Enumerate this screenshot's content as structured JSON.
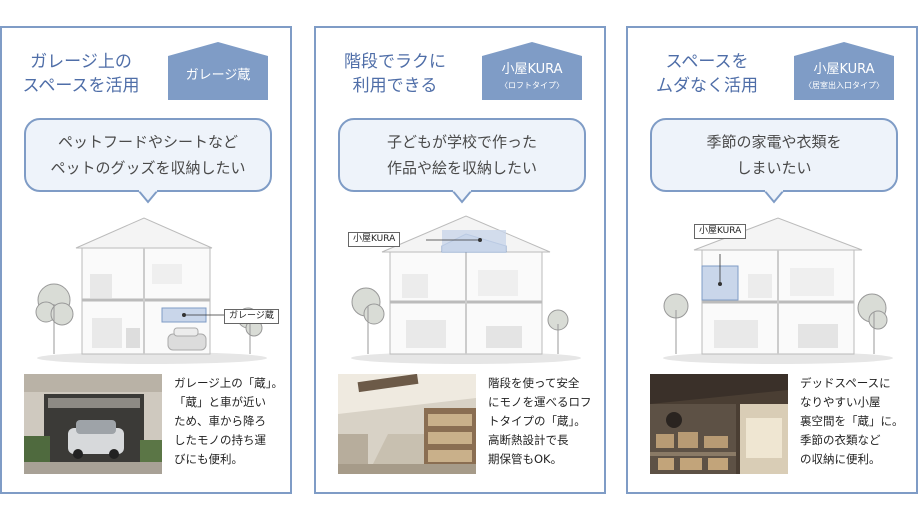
{
  "colors": {
    "accent": "#7f9cc6",
    "accent_dark": "#4f6ea8",
    "bubble_fill": "#eef3fa"
  },
  "cards": [
    {
      "title": "ガレージ上の\nスペースを活用",
      "badge": {
        "label": "ガレージ蔵",
        "sub": ""
      },
      "bubble": "ペットフードやシートなど\nペットのグッズを収納したい",
      "callout": "ガレージ蔵",
      "photo_icon": "garage-photo",
      "description": "ガレージ上の「蔵」。\n「蔵」と車が近い\nため、車から降ろ\nしたモノの持ち運\nびにも便利。"
    },
    {
      "title": "階段でラクに\n利用できる",
      "badge": {
        "label": "小屋KURA",
        "sub": "〈ロフトタイプ〉"
      },
      "bubble": "子どもが学校で作った\n作品や絵を収納したい",
      "callout": "小屋KURA",
      "photo_icon": "loft-photo",
      "description": "階段を使って安全\nにモノを運べるロフ\nトタイプの「蔵」。\n高断熱設計で長\n期保管もOK。"
    },
    {
      "title": "スペースを\nムダなく活用",
      "badge": {
        "label": "小屋KURA",
        "sub": "〈居室出入口タイプ〉"
      },
      "bubble": "季節の家電や衣類を\nしまいたい",
      "callout": "小屋KURA",
      "photo_icon": "attic-storage-photo",
      "description": "デッドスペースに\nなりやすい小屋\n裏空間を「蔵」に。\n季節の衣類など\nの収納に便利。"
    }
  ]
}
